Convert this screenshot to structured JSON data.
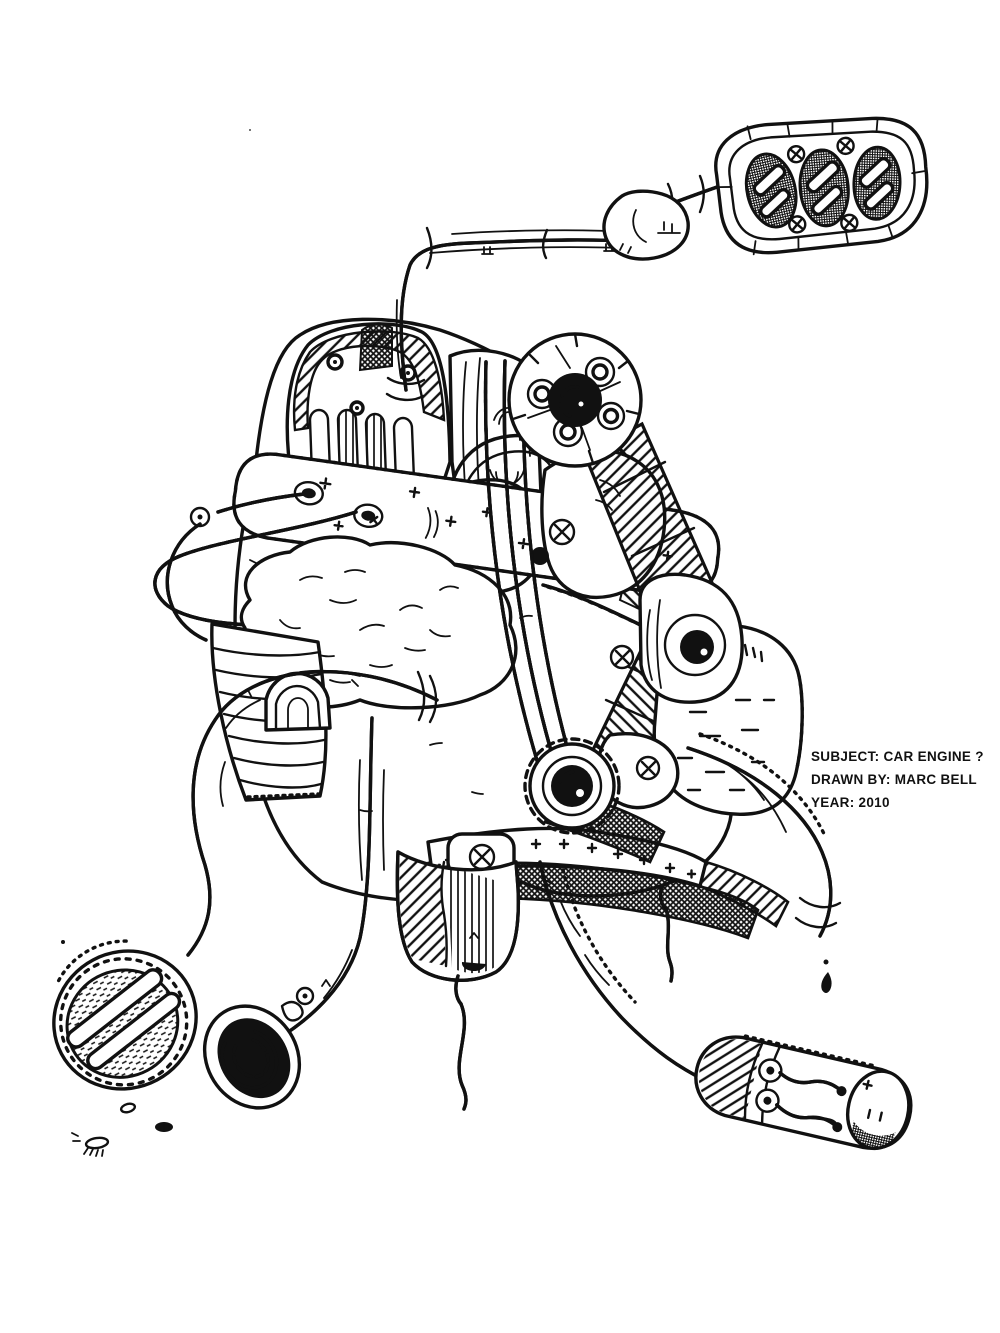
{
  "artwork": {
    "annotation": {
      "line1": "SUBJECT: CAR ENGINE ?",
      "line2": "DRAWN BY: MARC BELL",
      "line3": "YEAR: 2010"
    },
    "colors": {
      "ink": "#111111",
      "paper": "#ffffff"
    }
  }
}
